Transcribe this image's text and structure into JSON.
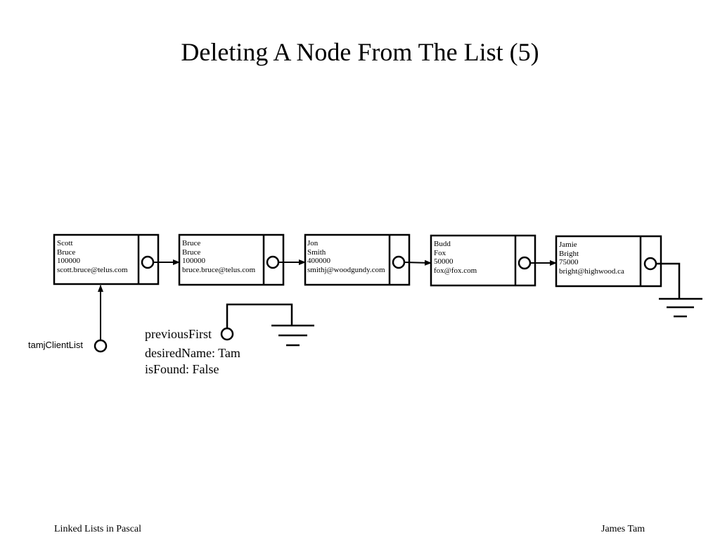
{
  "slide": {
    "title": "Deleting A Node From The List (5)"
  },
  "nodes": [
    {
      "first": "Scott",
      "last": "Bruce",
      "income": "100000",
      "email": "scott.bruce@telus.com"
    },
    {
      "first": "Bruce",
      "last": "Bruce",
      "income": "100000",
      "email": "bruce.bruce@telus.com"
    },
    {
      "first": "Jon",
      "last": "Smith",
      "income": "400000",
      "email": "smithj@woodgundy.com"
    },
    {
      "first": "Budd",
      "last": "Fox",
      "income": "50000",
      "email": "fox@fox.com"
    },
    {
      "first": "Jamie",
      "last": "Bright",
      "income": "75000",
      "email": "bright@highwood.ca"
    }
  ],
  "pointers": {
    "head": "tamjClientList",
    "previous_first": "previousFirst"
  },
  "variables": {
    "desired_name": "desiredName: Tam",
    "is_found": "isFound: False"
  },
  "footer": {
    "left": "Linked Lists in Pascal",
    "right": "James Tam"
  }
}
